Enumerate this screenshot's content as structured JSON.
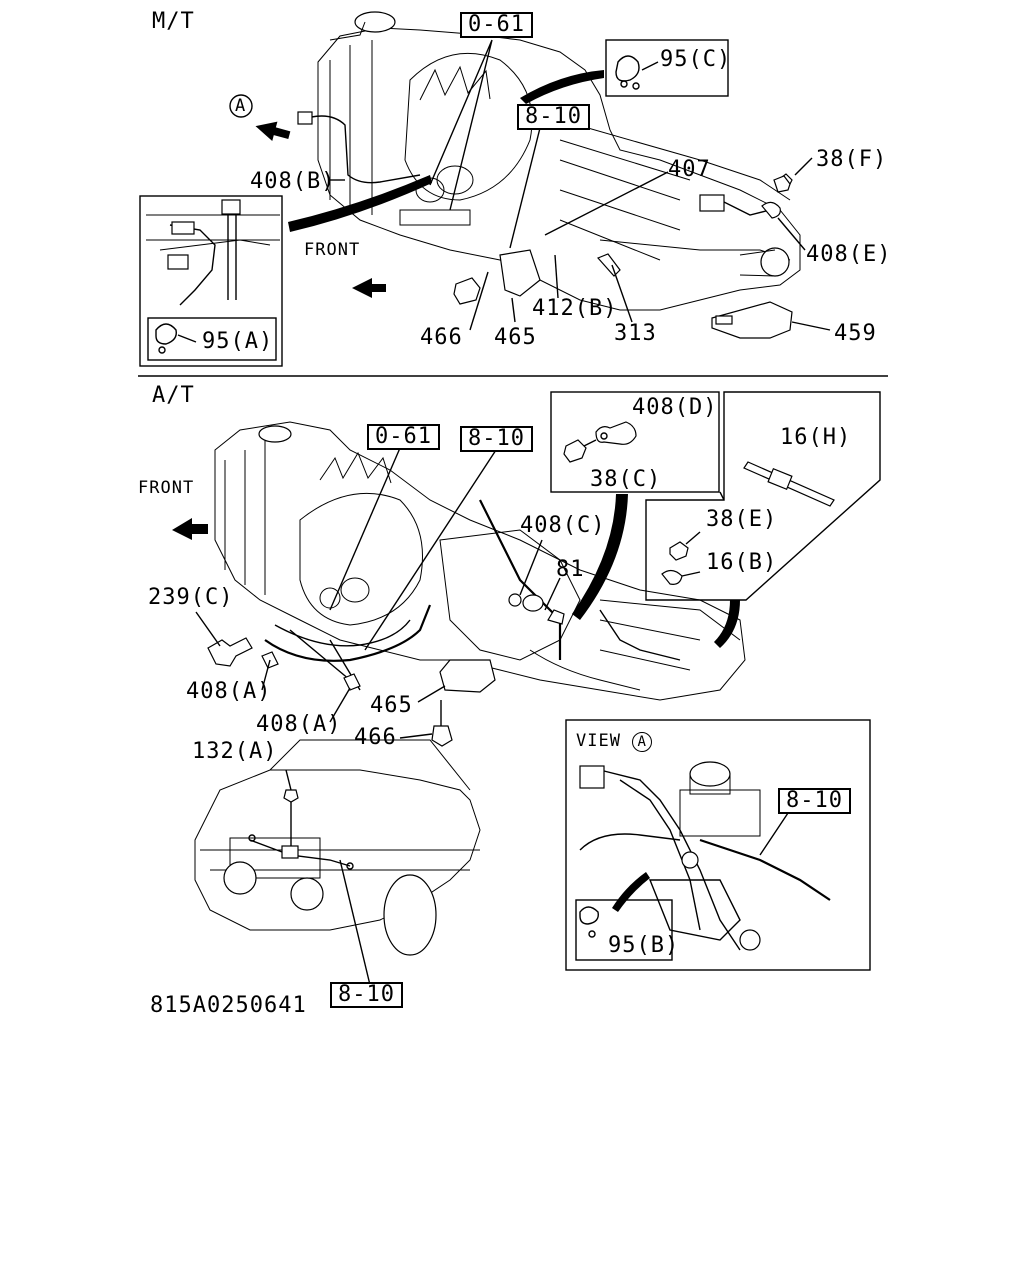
{
  "sections": {
    "manual": "M/T",
    "automatic": "A/T",
    "view_label": "VIEW",
    "view_marker": "A",
    "marker_a": "A"
  },
  "front_labels": {
    "mt": "FRONT",
    "at": "FRONT"
  },
  "callouts": {
    "mt": {
      "ref_0_61": "0-61",
      "ref_8_10": "8-10",
      "p95c": "95(C)",
      "p407": "407",
      "p38f": "38(F)",
      "p408b": "408(B)",
      "p408e": "408(E)",
      "p466": "466",
      "p465": "465",
      "p412b": "412(B)",
      "p313": "313",
      "p459": "459",
      "p95a": "95(A)"
    },
    "at": {
      "ref_0_61": "0-61",
      "ref_8_10": "8-10",
      "p408d": "408(D)",
      "p38c": "38(C)",
      "p16h": "16(H)",
      "p38e": "38(E)",
      "p16b": "16(B)",
      "p408c": "408(C)",
      "p81": "81",
      "p239c": "239(C)",
      "p408a_1": "408(A)",
      "p408a_2": "408(A)",
      "p465": "465",
      "p466": "466",
      "p132a": "132(A)",
      "ref_8_10_front": "8-10",
      "ref_8_10_view": "8-10",
      "p95b": "95(B)"
    }
  },
  "drawing_code": "815A0250641"
}
